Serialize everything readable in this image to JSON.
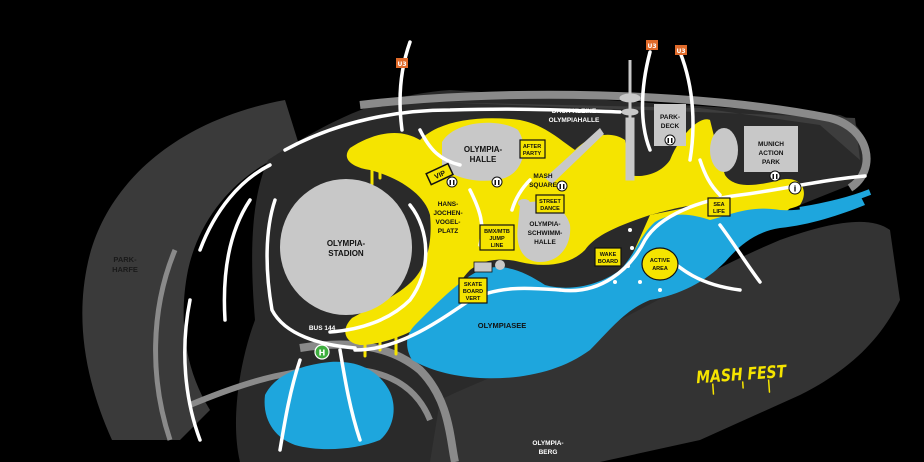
{
  "labels": {
    "park_harfe": [
      "PARK-",
      "HARFE"
    ],
    "olympiastadion": [
      "OLYMPIA-",
      "STADION"
    ],
    "olympiahalle": [
      "OLYMPIA-",
      "HALLE"
    ],
    "dach": [
      "DACH KLEINE",
      "OLYMPIAHALLE"
    ],
    "parkdeck": [
      "PARK-",
      "DECK"
    ],
    "mac_park": [
      "MUNICH",
      "ACTION",
      "PARK"
    ],
    "hans_jochen": [
      "HANS-",
      "JOCHEN-",
      "VOGEL-",
      "PLATZ"
    ],
    "mash_square": [
      "MASH",
      "SQUARE"
    ],
    "schwimmhalle": [
      "OLYMPIA-",
      "SCHWIMM-",
      "HALLE"
    ],
    "olympiasee": "OLYMPIASEE",
    "olympiaberg": [
      "OLYMPIA-",
      "BERG"
    ],
    "bus": "BUS 144"
  },
  "tags": {
    "vip": "VIP",
    "after_party": [
      "AFTER",
      "PARTY"
    ],
    "bmx": [
      "BMX/MTB",
      "JUMP",
      "LINE"
    ],
    "street_dance": [
      "STREET",
      "DANCE"
    ],
    "skate": [
      "SKATE",
      "BOARD",
      "VERT"
    ],
    "wake": [
      "WAKE",
      "BOARD"
    ],
    "active": [
      "ACTIVE",
      "AREA"
    ],
    "sea_life": [
      "SEA",
      "LIFE"
    ]
  },
  "icons": {
    "ubahn": "U3",
    "bus_stop": "H",
    "info": "i"
  },
  "logo": "MASH FEST",
  "colors": {
    "background": "#000000",
    "festival_area": "#f5e400",
    "water": "#1ea6dd",
    "building": "#c8c8c8",
    "green_space": "#3a3a3a",
    "path": "#ffffff",
    "ubahn": "#e06b2b",
    "bus": "#3fae3f"
  }
}
